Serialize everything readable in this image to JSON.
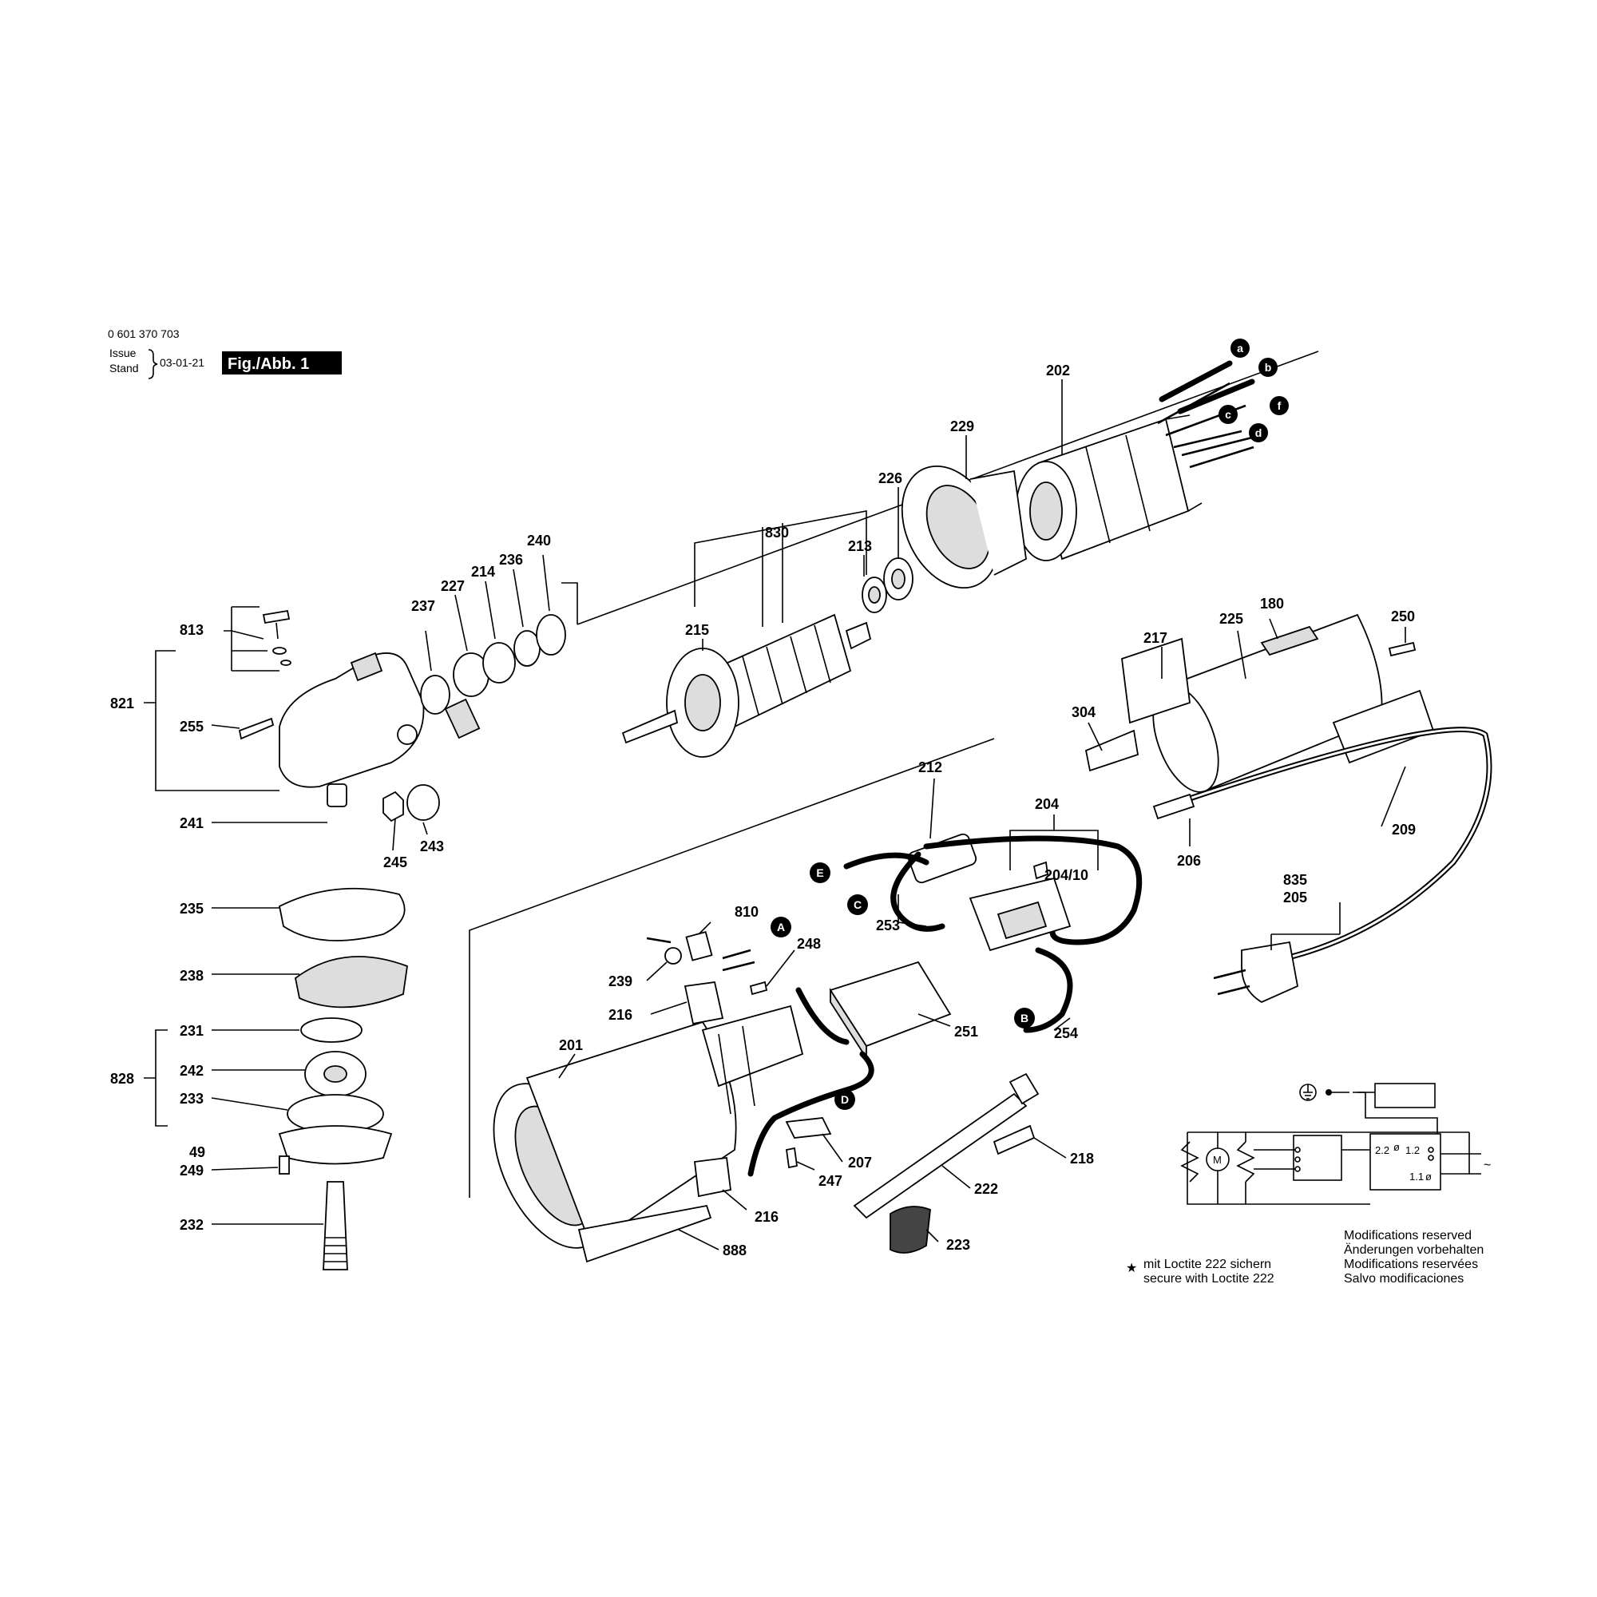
{
  "header": {
    "part_number": "0 601 370 703",
    "issue_label": "Issue",
    "stand_label": "Stand",
    "issue_date": "03-01-21",
    "figure_label": "Fig./Abb. 1"
  },
  "labels": {
    "l202": "202",
    "l229": "229",
    "l226": "226",
    "l830": "830",
    "l213": "213",
    "l215": "215",
    "l240": "240",
    "l236": "236",
    "l214": "214",
    "l227": "227",
    "l237": "237",
    "l813": "813",
    "l821": "821",
    "l255": "255",
    "l241": "241",
    "l245": "245",
    "l243": "243",
    "l235": "235",
    "l238": "238",
    "l231": "231",
    "l828": "828",
    "l242": "242",
    "l233": "233",
    "l49": "49",
    "l249": "249",
    "l232": "232",
    "l217": "217",
    "l225": "225",
    "l180": "180",
    "l250": "250",
    "l304": "304",
    "l212": "212",
    "l204": "204",
    "l204_10": "204/10",
    "l206": "206",
    "l209": "209",
    "l253": "253",
    "l835": "835",
    "l205": "205",
    "l810": "810",
    "l248": "248",
    "l239": "239",
    "l216a": "216",
    "l201": "201",
    "l251": "251",
    "l254": "254",
    "l207": "207",
    "l218": "218",
    "l247": "247",
    "l222": "222",
    "l216b": "216",
    "l223": "223",
    "l888": "888"
  },
  "connectors": {
    "a": "a",
    "b": "b",
    "c": "c",
    "f": "f",
    "d": "d",
    "A": "A",
    "B": "B",
    "C": "C",
    "D": "D",
    "E": "E"
  },
  "schematic": {
    "motor": "M",
    "t22": "2.2",
    "t12": "1.2",
    "t11": "1.1",
    "phi1": "ø",
    "phi2": "ø",
    "tilde": "~"
  },
  "notes": {
    "loctite_star": "★",
    "loctite_de": "mit Loctite 222 sichern",
    "loctite_en": "secure with Loctite 222",
    "mod_en": "Modifications reserved",
    "mod_de": "Änderungen vorbehalten",
    "mod_fr": "Modifications reservées",
    "mod_es": "Salvo modificaciones"
  }
}
